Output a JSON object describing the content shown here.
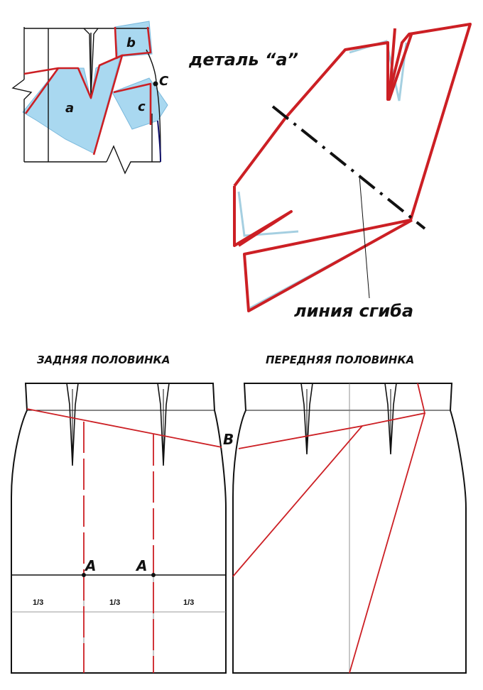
{
  "colors": {
    "pattern_red": "#cc1f24",
    "piece_fill": "#a9d8f0",
    "outline": "#111111",
    "waist_blue": "#10106a"
  },
  "top_left": {
    "piece_a": "a",
    "piece_b": "b",
    "piece_c": "c",
    "point_c": "C"
  },
  "top_right": {
    "detail_label": "деталь “a”",
    "fold_label": "линия сгиба"
  },
  "bottom": {
    "back_title": "ЗАДНЯЯ ПОЛОВИНКА",
    "front_title": "ПЕРЕДНЯЯ ПОЛОВИНКА",
    "point_a_left": "A",
    "point_a_right": "A",
    "point_b": "B",
    "third_1": "1/3",
    "third_2": "1/3",
    "third_3": "1/3"
  }
}
